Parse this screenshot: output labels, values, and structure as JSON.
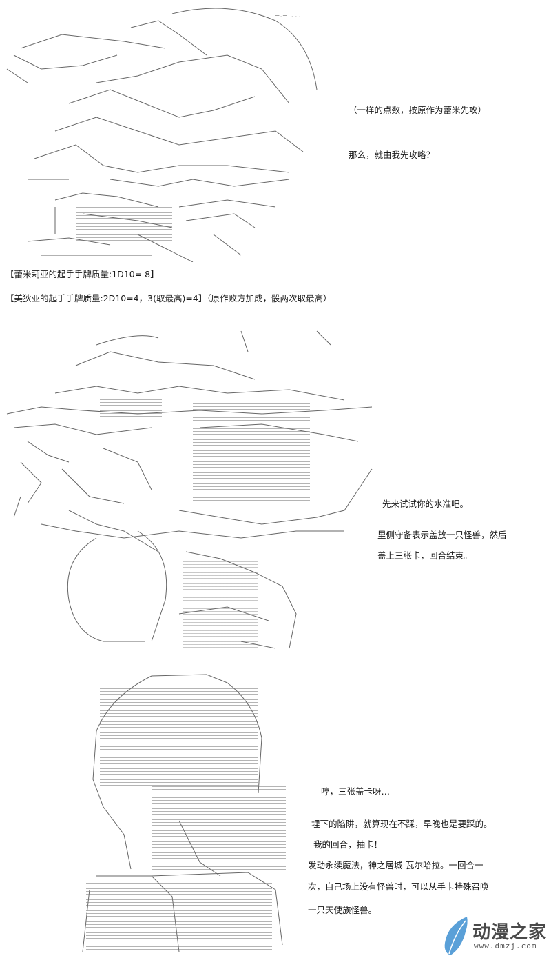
{
  "panel1": {
    "note": "（一样的点数，按原作为蕾米先攻）",
    "line": "那么，就由我先攻咯？"
  },
  "rolls": {
    "remilia": "【蕾米莉亚的起手手牌质量:1D10= 8】",
    "medea": "【美狄亚的起手手牌质量:2D10=4，3(取最高)=4】（原作败方加成，骰两次取最高）"
  },
  "panel2": {
    "line1": "先来试试你的水准吧。",
    "line2": "里侧守备表示盖放一只怪兽，然后",
    "line3": "盖上三张卡，回合结束。"
  },
  "panel3": {
    "line1": "哼，三张盖卡呀…",
    "line2": "埋下的陷阱，就算现在不踩，早晚也是要踩的。",
    "line3": "我的回合，抽卡！",
    "line4": "发动永续魔法，神之居城-瓦尔哈拉。一回合一",
    "line5": "次，自己场上没有怪兽时，可以从手卡特殊召唤",
    "line6": "一只天使族怪兽。"
  },
  "watermark": {
    "name": "动漫之家",
    "url": "www.dmzj.com",
    "color": "#5aa0d8"
  }
}
